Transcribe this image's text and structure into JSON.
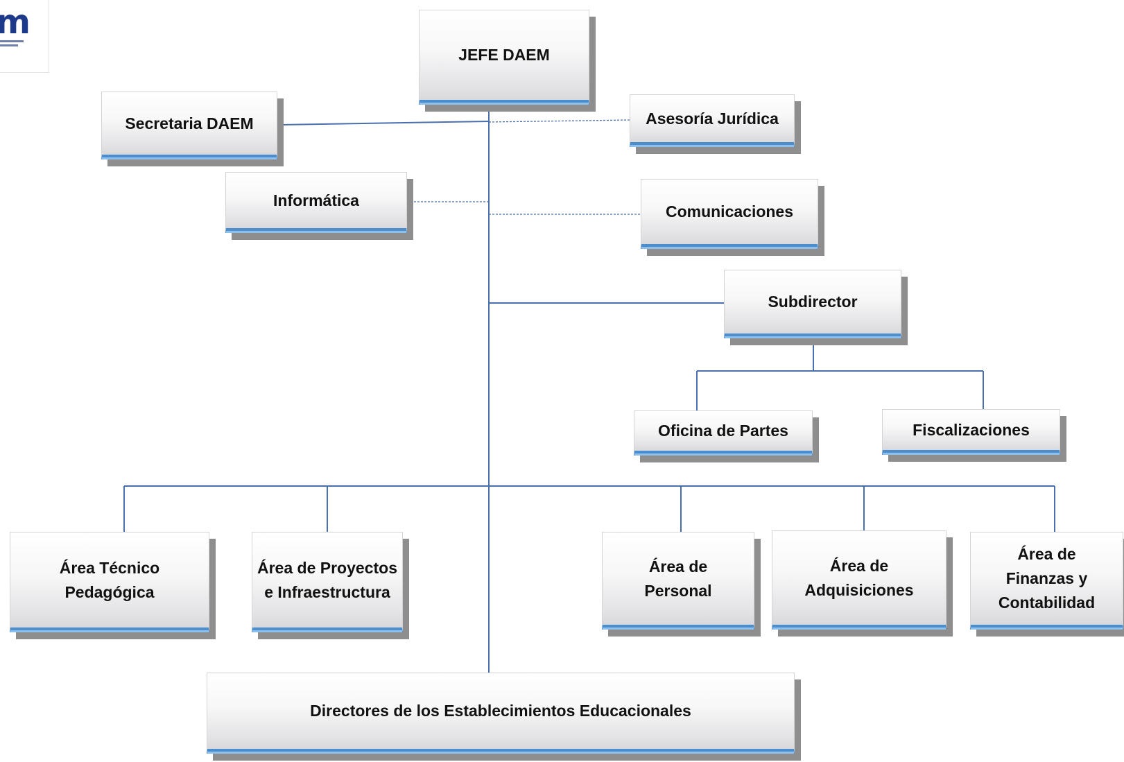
{
  "diagram": {
    "boxes": {
      "jefe": "JEFE DAEM",
      "secretaria": "Secretaria DAEM",
      "asesoria": "Asesoría Jurídica",
      "informatica": "Informática",
      "comunicaciones": "Comunicaciones",
      "subdirector": "Subdirector",
      "oficina_partes": "Oficina de Partes",
      "fiscalizaciones": "Fiscalizaciones",
      "area_tecnico": "Área Técnico\nPedagógica",
      "area_proyectos": "Área de  Proyectos\ne  Infraestructura",
      "area_personal": "Área de\nPersonal",
      "area_adquisiciones": "Área de\nAdquisiciones",
      "area_finanzas": "Área de\nFinanzas  y\nContabilidad",
      "directores": "Directores de los Establecimientos Educacionales"
    },
    "colors": {
      "connector": "#4a6fae",
      "accent": "#4a8ed0"
    }
  }
}
